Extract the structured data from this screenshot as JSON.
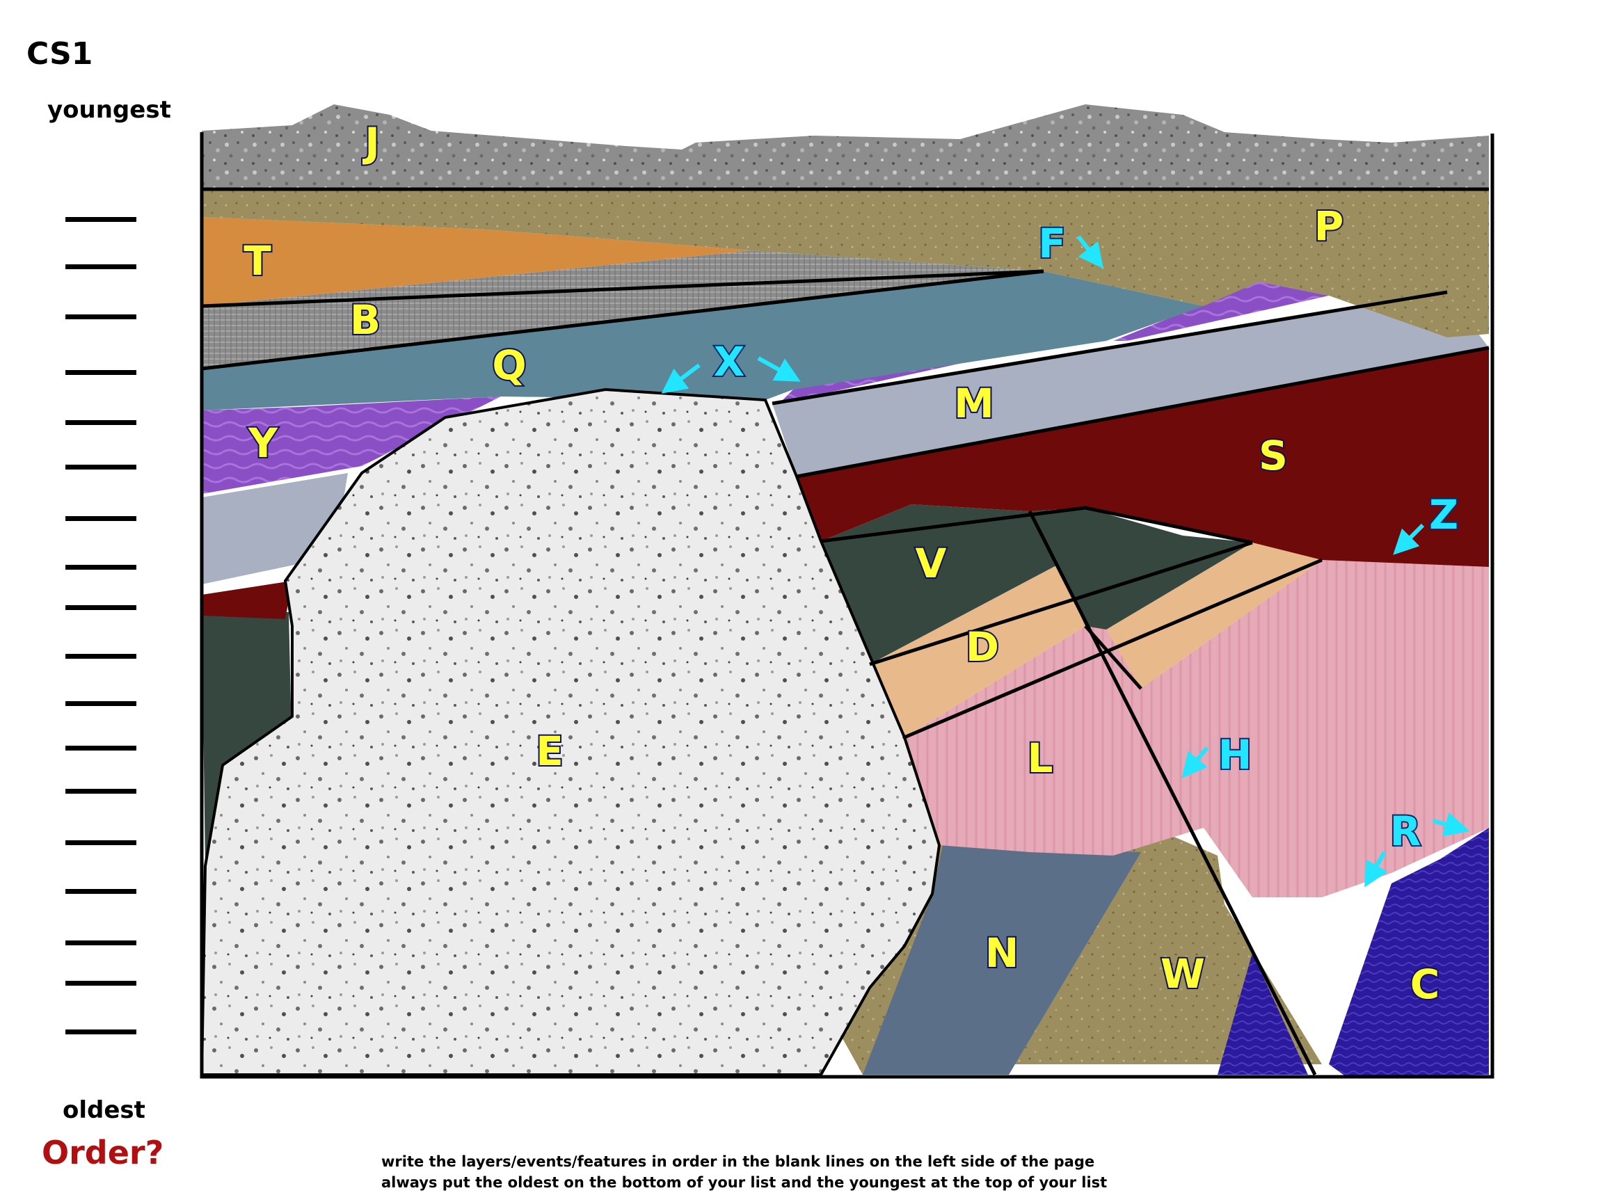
{
  "header": {
    "title": "CS1",
    "youngest_label": "youngest",
    "oldest_label": "oldest",
    "order_label": "Order?"
  },
  "answer_lines": {
    "count": 18
  },
  "instructions": {
    "line1": "write the layers/events/features in order in the blank lines on the left side of the page",
    "line2": "always put the oldest on the bottom of your list and the youngest at the top of your list"
  },
  "units": [
    {
      "id": "J",
      "color": "#8a8a8a"
    },
    {
      "id": "P",
      "color": "#9c8e5e"
    },
    {
      "id": "T",
      "color": "#d68c3e"
    },
    {
      "id": "B",
      "color": "#8f8f8f"
    },
    {
      "id": "Q",
      "color": "#5d8799"
    },
    {
      "id": "Y",
      "color": "#8a4fc4"
    },
    {
      "id": "M",
      "color": "#a9b0c2"
    },
    {
      "id": "S",
      "color": "#6e0a0a"
    },
    {
      "id": "V",
      "color": "#36473f"
    },
    {
      "id": "D",
      "color": "#e8b98a"
    },
    {
      "id": "L",
      "color": "#e6a9b8"
    },
    {
      "id": "E",
      "color": "#e6e6e6"
    },
    {
      "id": "N",
      "color": "#5c6f89"
    },
    {
      "id": "W",
      "color": "#9c8e5e"
    },
    {
      "id": "C",
      "color": "#2b1a9c"
    }
  ],
  "features": [
    {
      "id": "F"
    },
    {
      "id": "X"
    },
    {
      "id": "Z"
    },
    {
      "id": "H"
    },
    {
      "id": "R"
    }
  ],
  "colors": {
    "label_fill": "#ffff33",
    "feature_fill": "#22e6ff",
    "order_text": "#b01010"
  }
}
